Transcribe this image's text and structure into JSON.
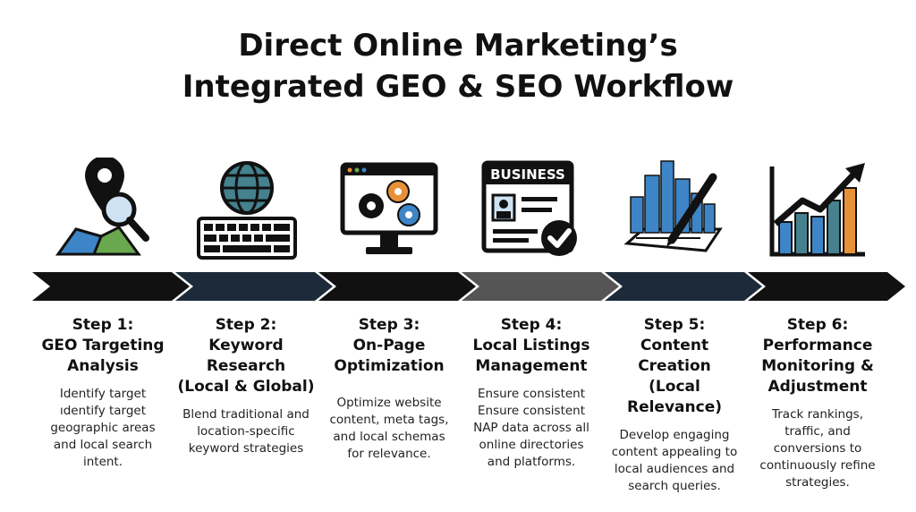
{
  "title": {
    "line1": "Direct Online Marketing’s",
    "line2": "Integrated GEO & SEO Workflow"
  },
  "steps": [
    {
      "label": "Step 1:",
      "title_lines": [
        "GEO Targeting",
        "Analysis"
      ],
      "desc_lines": [
        "Identify target",
        "ıdentify target",
        "geographic areas",
        "and local search",
        "intent."
      ],
      "icon": "map-pin-magnifier-icon",
      "arrow_color": "#111111"
    },
    {
      "label": "Step 2:",
      "title_lines": [
        "Keyword",
        "Research",
        "(Local & Global)"
      ],
      "desc_lines": [
        "Blend traditional and",
        "location-specific",
        "keyword strategies"
      ],
      "icon": "globe-keyboard-icon",
      "arrow_color": "#1c2a3a"
    },
    {
      "label": "Step 3:",
      "title_lines": [
        "On-Page",
        "Optimization"
      ],
      "desc_lines": [
        "Optimize website",
        "content, meta tags,",
        "and local schemas",
        "for relevance."
      ],
      "icon": "monitor-gears-icon",
      "arrow_color": "#111111"
    },
    {
      "label": "Step 4:",
      "title_lines": [
        "Local Listings",
        "Management"
      ],
      "desc_lines": [
        "Ensure consistent",
        "Ensure consistent",
        "NAP data across all",
        "online directories",
        "and platforms."
      ],
      "icon": "business-card-check-icon",
      "arrow_color": "#555555",
      "badge": "BUSINESS"
    },
    {
      "label": "Step 5:",
      "title_lines": [
        "Content",
        "Creation",
        "(Local Relevance)"
      ],
      "desc_lines": [
        "Develop engaging",
        "content appealing to",
        "local audiences and",
        "search queries."
      ],
      "icon": "city-pen-icon",
      "arrow_color": "#1c2a3a"
    },
    {
      "label": "Step 6:",
      "title_lines": [
        "Performance",
        "Monitoring &",
        "Adjustment"
      ],
      "desc_lines": [
        "Track rankings,",
        "traffic, and",
        "conversions to",
        "continuously refine",
        "strategies."
      ],
      "icon": "bar-chart-trend-icon",
      "arrow_color": "#111111"
    }
  ],
  "colors": {
    "map_green": "#6aa84f",
    "map_blue": "#3d85c6",
    "accent_orange": "#e69138",
    "accent_teal": "#45818e",
    "dark": "#111111"
  }
}
